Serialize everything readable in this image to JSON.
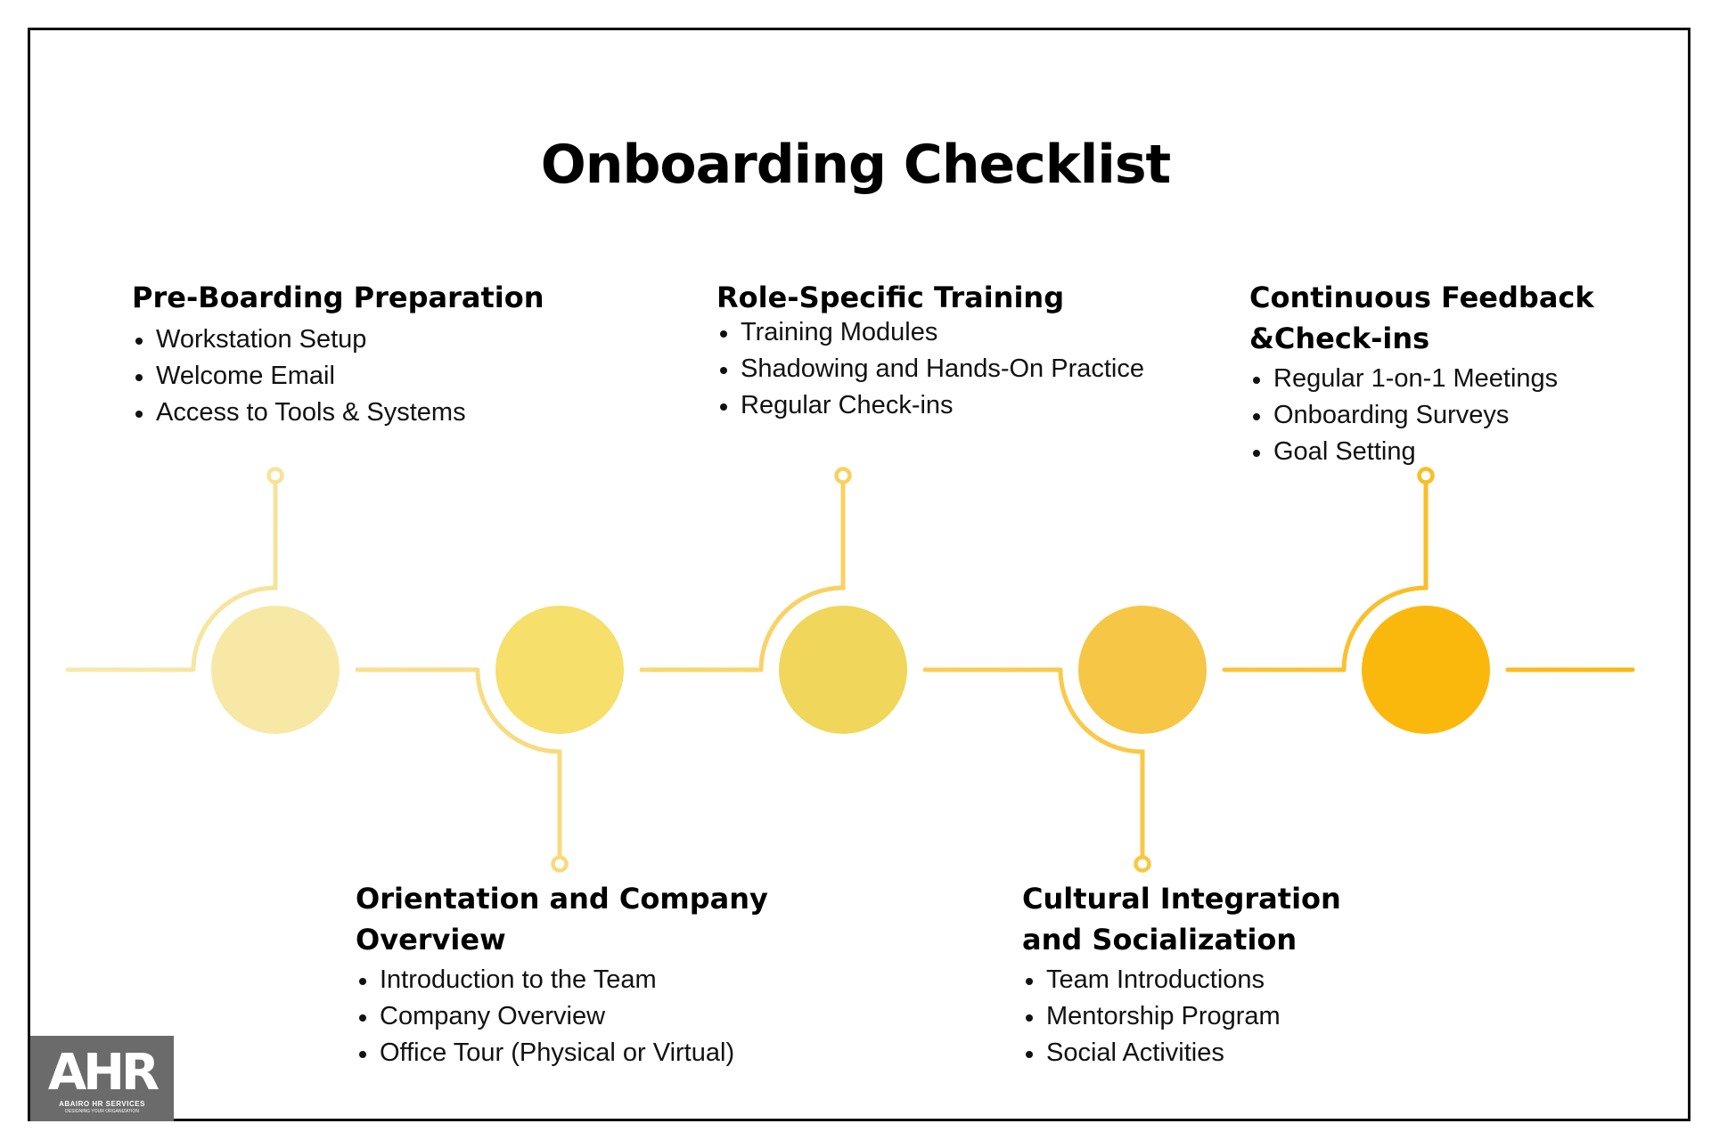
{
  "title": "Onboarding Checklist",
  "colors": {
    "stage1": "#F7E8A5",
    "stage2": "#F6DF6A",
    "stage3": "#F0D65A",
    "stage4": "#F6C646",
    "stage5": "#FBB80C",
    "line_start": "#F7E9AE",
    "line_end": "#FBB811",
    "text": "#000000",
    "frame": "#111111"
  },
  "stages": [
    {
      "heading": [
        "Pre-Boarding Preparation"
      ],
      "items": [
        "Workstation Setup",
        "Welcome Email",
        "Access to Tools & Systems"
      ]
    },
    {
      "heading": [
        "Orientation and Company",
        "Overview"
      ],
      "items": [
        "Introduction to the Team",
        "Company Overview",
        "Office Tour (Physical or Virtual)"
      ]
    },
    {
      "heading": [
        "Role-Specific Training"
      ],
      "items": [
        "Training Modules",
        "Shadowing and Hands-On Practice",
        "Regular Check-ins"
      ]
    },
    {
      "heading": [
        "Cultural Integration",
        "and Socialization"
      ],
      "items": [
        "Team Introductions",
        "Mentorship Program",
        "Social Activities"
      ]
    },
    {
      "heading": [
        "Continuous Feedback",
        "&Check-ins"
      ],
      "items": [
        "Regular 1-on-1 Meetings",
        "Onboarding Surveys",
        "Goal Setting"
      ]
    }
  ],
  "logo": {
    "mark": "AHR",
    "name": "ABAIRO HR SERVICES",
    "tagline": "DESIGNING YOUR ORGANIZATION"
  }
}
